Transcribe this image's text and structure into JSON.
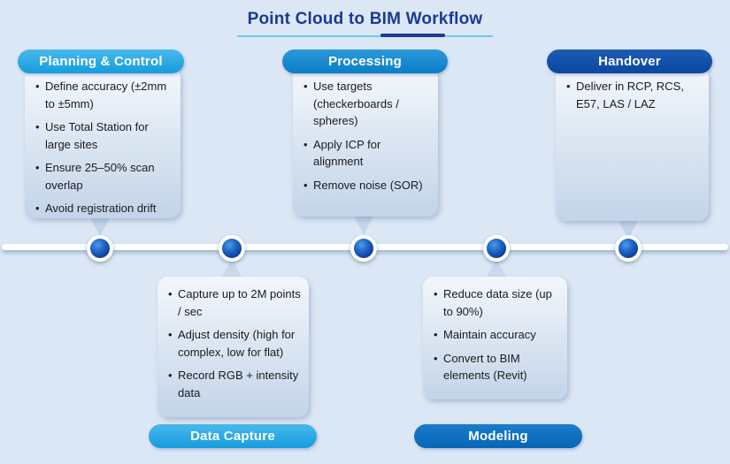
{
  "title": {
    "text": "Point Cloud to BIM Workflow"
  },
  "colors": {
    "background": "#DBE7F5",
    "title_text": "#1B3A94",
    "title_underline_light": "#6FC8EC",
    "title_underline_dark": "#1B3A94",
    "timeline_line": "#FFFFFF",
    "node_sphere": "#0A2F8E",
    "card_gradient_top": "#F3F7FC",
    "card_gradient_bottom": "#C3D4E9",
    "body_text": "#1B1B1B",
    "pill_planning_control": "#25A7E4",
    "pill_data_capture": "#25A7E4",
    "pill_processing": "#0F88D0",
    "pill_modeling": "#0A6FC0",
    "pill_handover": "#0D50A8"
  },
  "stages": [
    {
      "label": "Planning & Control",
      "placement": "top",
      "bullets": [
        "Define accuracy (±2mm to ±5mm)",
        "Use Total Station for large sites",
        "Ensure 25–50% scan overlap",
        "Avoid registration drift"
      ]
    },
    {
      "label": "Data Capture",
      "placement": "bottom",
      "bullets": [
        "Capture up to 2M points / sec",
        "Adjust density (high for complex, low for flat)",
        "Record RGB + intensity data"
      ]
    },
    {
      "label": "Processing",
      "placement": "top",
      "bullets": [
        "Use targets (checkerboards / spheres)",
        "Apply ICP for alignment",
        "Remove noise (SOR)"
      ]
    },
    {
      "label": "Modeling",
      "placement": "bottom",
      "bullets": [
        "Reduce data size (up to 90%)",
        "Maintain accuracy",
        "Convert to BIM elements (Revit)"
      ]
    },
    {
      "label": "Handover",
      "placement": "top",
      "bullets": [
        "Deliver in RCP, RCS, E57, LAS / LAZ"
      ]
    }
  ]
}
